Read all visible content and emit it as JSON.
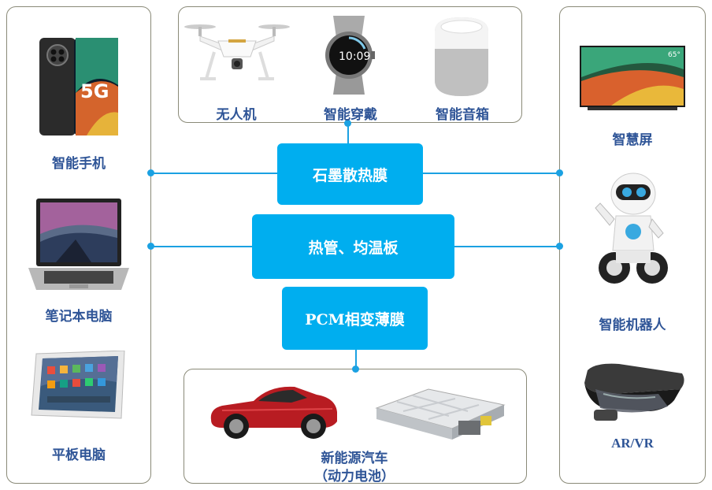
{
  "left_panel": {
    "items": [
      {
        "label": "智能手机",
        "icon": "smartphone-icon"
      },
      {
        "label": "笔记本电脑",
        "icon": "laptop-icon"
      },
      {
        "label": "平板电脑",
        "icon": "tablet-icon"
      }
    ]
  },
  "top_panel": {
    "items": [
      {
        "label": "无人机",
        "icon": "drone-icon"
      },
      {
        "label": "智能穿戴",
        "icon": "smartwatch-icon"
      },
      {
        "label": "智能音箱",
        "icon": "smart-speaker-icon"
      }
    ]
  },
  "right_panel": {
    "items": [
      {
        "label": "智慧屏",
        "icon": "smart-screen-icon"
      },
      {
        "label": "智能机器人",
        "icon": "robot-icon"
      },
      {
        "label": "AR/VR",
        "icon": "vr-headset-icon"
      }
    ]
  },
  "bottom_panel": {
    "label_line1": "新能源汽车",
    "label_line2": "（动力电池）",
    "icons": [
      "electric-car-icon",
      "battery-pack-icon"
    ]
  },
  "center": {
    "technologies": [
      "石墨散热膜",
      "热管、均温板",
      "PCM相变薄膜"
    ]
  },
  "colors": {
    "accent": "#00aeef",
    "connector": "#1ba1e2",
    "label": "#2f5597",
    "panel_border": "#8a8a78"
  }
}
